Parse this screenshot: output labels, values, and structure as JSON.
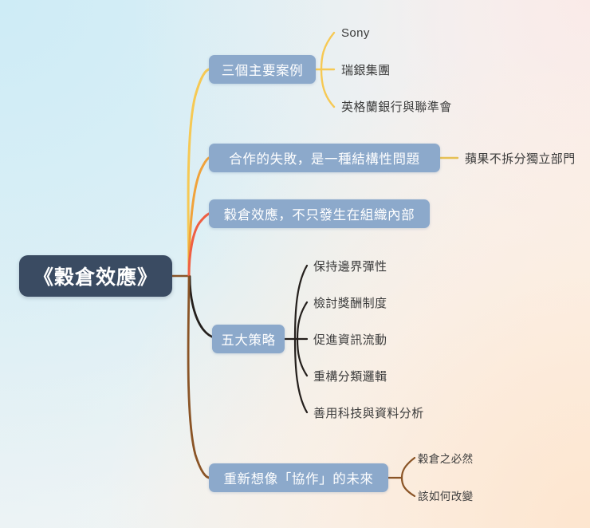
{
  "diagram": {
    "type": "mindmap",
    "title": "《穀倉效應》",
    "background": {
      "top_left_color": "#cfecf6",
      "top_right_color": "#f8efec",
      "bottom_right_color": "#fdf0e3",
      "bottom_left_color": "#eff2f1"
    },
    "root": {
      "label": "《穀倉效應》",
      "fill_color": "#3a4b62",
      "text_color": "#ffffff"
    },
    "branch_fill_color": "#8ca9cb",
    "branch_text_color": "#ffffff",
    "leaf_text_color": "#3c3c3c",
    "branches": [
      {
        "label": "三個主要案例",
        "connector_color": "#f6c954",
        "children": [
          {
            "label": "Sony"
          },
          {
            "label": "瑞銀集團"
          },
          {
            "label": "英格蘭銀行與聯準會"
          }
        ]
      },
      {
        "label": "合作的失敗，是一種結構性問題",
        "connector_color": "#f0a33c",
        "children": [
          {
            "label": "蘋果不拆分獨立部門"
          }
        ]
      },
      {
        "label": "穀倉效應，不只發生在組織內部",
        "connector_color": "#ef5f43",
        "children": []
      },
      {
        "label": "五大策略",
        "connector_color": "#241f1c",
        "children": [
          {
            "label": "保持邊界彈性"
          },
          {
            "label": "檢討獎酬制度"
          },
          {
            "label": "促進資訊流動"
          },
          {
            "label": "重構分類邏輯"
          },
          {
            "label": "善用科技與資料分析"
          }
        ]
      },
      {
        "label": "重新想像「協作」的未來",
        "connector_color": "#8a5426",
        "children": [
          {
            "label": "穀倉之必然"
          },
          {
            "label": "該如何改變"
          }
        ]
      }
    ]
  }
}
